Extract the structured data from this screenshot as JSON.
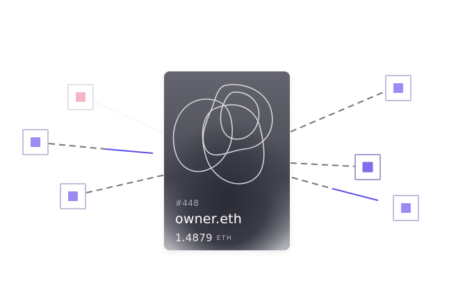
{
  "card": {
    "token_id": "#448",
    "owner": "owner.eth",
    "price": "1.4879",
    "unit": "ETH"
  },
  "colors": {
    "accent": "#5b4ee8",
    "node_fill": "#9b8cf3",
    "node_fill_active": "#7e6fe9",
    "node_fill_pink": "#f4b7c8",
    "dash": "#74747c",
    "card_dark": "#3b3b47"
  },
  "icons": {
    "nodes": "square-node-icon",
    "art": "abstract-loop-art"
  }
}
